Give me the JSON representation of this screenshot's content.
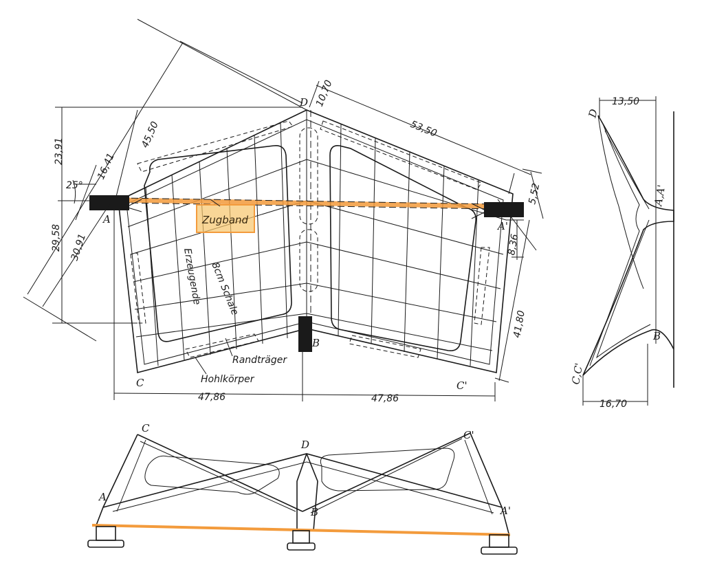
{
  "colors": {
    "ink": "#1a1a1a",
    "tie": "#f39b3c",
    "highlight": "#f7c46b"
  },
  "plan": {
    "points": {
      "D": "D",
      "A": "A",
      "A_prime": "A'",
      "B": "B",
      "C": "C",
      "C_prime": "C'"
    },
    "dims": {
      "d_10_70": "10,70",
      "d_53_50": "53,50",
      "d_45_50": "45,50",
      "d_16_41": "16,41",
      "d_23_91": "23,91",
      "d_25deg": "25°",
      "d_29_58": "29,58",
      "d_30_91": "30,91",
      "d_5_52": "5,52",
      "d_8_36": "8,36",
      "d_41_80": "41,80",
      "d_47_86_left": "47,86",
      "d_47_86_right": "47,86"
    },
    "notes": {
      "zugband": "Zugband",
      "erzeugende": "Erzeugende",
      "schale": "8cm Schale",
      "randtraeger": "Randträger",
      "hohlkoerper": "Hohlkörper"
    }
  },
  "side": {
    "points": {
      "D": "D",
      "AA": "A,A'",
      "B": "B",
      "CC": "C,C'"
    },
    "dims": {
      "d_13_50": "13,50",
      "d_16_70": "16,70"
    }
  },
  "elevation": {
    "points": {
      "C": "C",
      "C_prime": "C'",
      "D": "D",
      "A": "A",
      "A_prime": "A'",
      "B": "B"
    }
  }
}
